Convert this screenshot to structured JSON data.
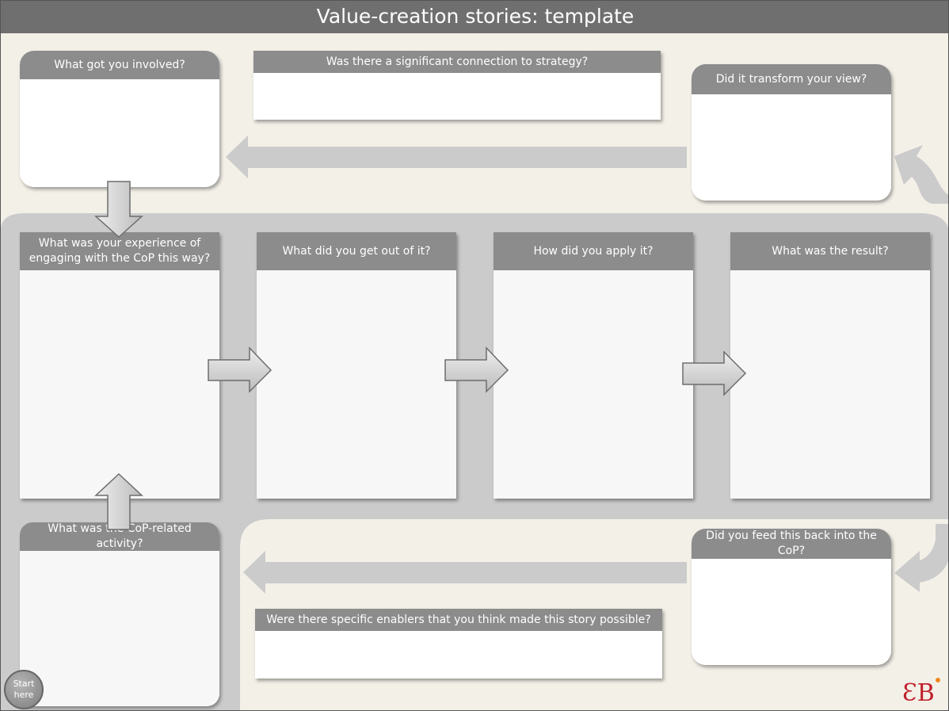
{
  "title": "Value-creation stories: template",
  "boxes": {
    "involved": "What got you involved?",
    "strategy": "Was there a significant connection to strategy?",
    "transform": "Did it transform your view?",
    "experience": "What was your experience of engaging with the CoP this way?",
    "got_out": "What did you get out of it?",
    "apply": "How did you apply it?",
    "result": "What was the result?",
    "activity": "What was the CoP-related activity?",
    "feed_back": "Did  you feed this back into the CoP?",
    "enablers": "Were there specific enablers that you think  made this story possible?"
  },
  "start_label": "Start here",
  "colors": {
    "title_bar": "#6f6f6f",
    "header": "#8c8c8c",
    "track": "#cbcbcb",
    "background": "#f3f0e8",
    "logo_accent": "#f08a1e",
    "logo_mark": "#c0202a"
  }
}
